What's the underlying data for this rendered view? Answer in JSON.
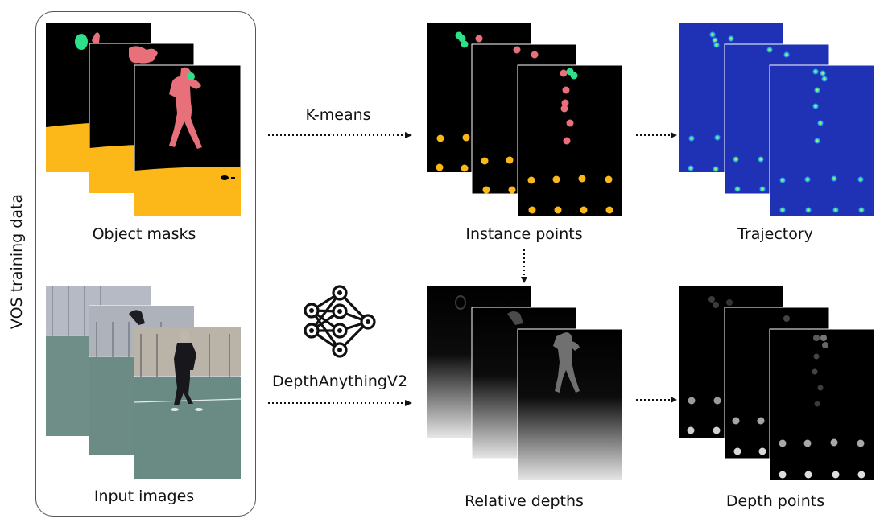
{
  "title": "",
  "side_label": "VOS training data",
  "labels": {
    "object_masks": "Object masks",
    "input_images": "Input images",
    "kmeans": "K-means",
    "depth_model": "DepthAnythingV2",
    "instance_points": "Instance points",
    "trajectory": "Trajectory",
    "relative_depths": "Relative depths",
    "depth_points": "Depth points"
  },
  "colors": {
    "mask_person": "#e8707a",
    "mask_ball": "#2fe08a",
    "mask_ground": "#fbb818",
    "traj_bg": "#1f31b5",
    "frame_bg": "#000000"
  },
  "icons": {
    "neural_net": "neural-network-icon"
  }
}
